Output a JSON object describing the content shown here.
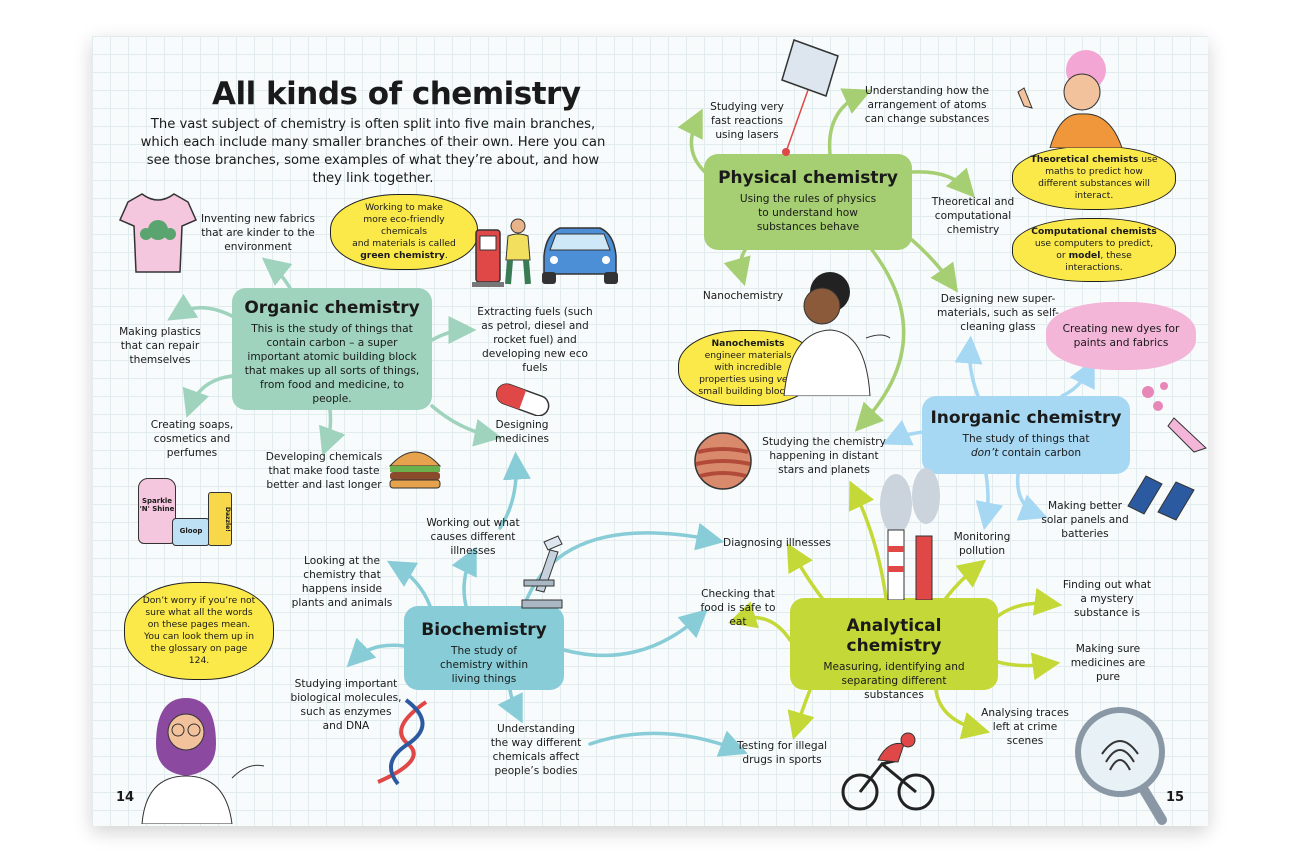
{
  "header": {
    "title": "All kinds of chemistry",
    "intro": "The vast subject of chemistry is often split into five main branches, which each include many smaller branches of their own. Here you can see those branches, some examples of what they’re about, and how they link together."
  },
  "branches": {
    "organic": {
      "title": "Organic chemistry",
      "text": "This is the study of things that contain carbon – a super important atomic building block that makes up all sorts of things, from food and medicine, to people.",
      "color": "#9fd3bd"
    },
    "physical": {
      "title": "Physical chemistry",
      "text": "Using the rules of physics to understand how substances behave",
      "color": "#a6cf73"
    },
    "inorganic": {
      "title": "Inorganic chemistry",
      "text_before": "The study of things that",
      "text_emph": "don’t",
      "text_after": "contain carbon",
      "color": "#a6d7f3"
    },
    "biochemistry": {
      "title": "Biochemistry",
      "text": "The study of chemistry within living things",
      "color": "#87ccd6"
    },
    "analytical": {
      "title": "Analytical chemistry",
      "text": "Measuring, identifying and separating different substances",
      "color": "#c4d937"
    }
  },
  "labels": {
    "fabrics": "Inventing new fabrics that are kinder to the environment",
    "plastics": "Making plastics that can repair themselves",
    "soaps": "Creating soaps, cosmetics and perfumes",
    "food": "Developing chemicals that make food taste better and last longer",
    "fuels": "Extracting fuels (such as petrol, diesel and rocket fuel) and developing new eco fuels",
    "medicines": "Designing medicines",
    "lasers": "Studying very fast reactions using lasers",
    "atoms": "Understanding how the arrangement of atoms can change substances",
    "theoretical": "Theoretical and computational chemistry",
    "nano": "Nanochemistry",
    "supermat": "Designing new super-materials, such as self-cleaning glass",
    "stars": "Studying the chemistry happening in distant stars and planets",
    "solar": "Making better solar panels and batteries",
    "pollution": "Monitoring pollution",
    "illnesses_cause": "Working out what causes different illnesses",
    "diagnosing": "Diagnosing illnesses",
    "plants": "Looking at the chemistry that happens inside plants and animals",
    "foodsafe": "Checking that food is safe to eat",
    "mystery": "Finding out what a mystery substance is",
    "medpure": "Making sure medicines are pure",
    "molecules": "Studying important biological molecules, such as enzymes and DNA",
    "bodies": "Understanding the way different chemicals affect people’s bodies",
    "drugs": "Testing for illegal drugs in sports",
    "crime": "Analysing traces left at crime scenes"
  },
  "bubbles": {
    "green": {
      "line1": "Working to make",
      "line2": "more eco-friendly chemicals",
      "line3": "and materials is called",
      "bold": "green chemistry",
      "end": "."
    },
    "theoretical": {
      "bold": "Theoretical chemists",
      "rest": "use maths to predict how different substances will interact."
    },
    "computational": {
      "bold1": "Computational chemists",
      "mid": "use computers to predict, or",
      "bold2": "model",
      "end": ", these interactions."
    },
    "nano": {
      "bold": "Nanochemists",
      "rest": "engineer materials with incredible properties using",
      "emph": "very",
      "end": "small building blocks."
    },
    "dyes": "Creating new dyes for paints and fabrics",
    "glossary": "Don’t worry if you’re not sure what all the words on these pages mean. You can look them up in the glossary on page 124."
  },
  "product_labels": {
    "bottle": "Sparkle 'N' Shine",
    "tub": "Gloop",
    "tube": "Dazzle!"
  },
  "page_numbers": {
    "left": "14",
    "right": "15"
  },
  "link_colors": {
    "organic": "#9fd3bd",
    "physical": "#a6cf73",
    "inorganic": "#a6d7f3",
    "bio": "#87ccd6",
    "analytical": "#c4d937"
  }
}
